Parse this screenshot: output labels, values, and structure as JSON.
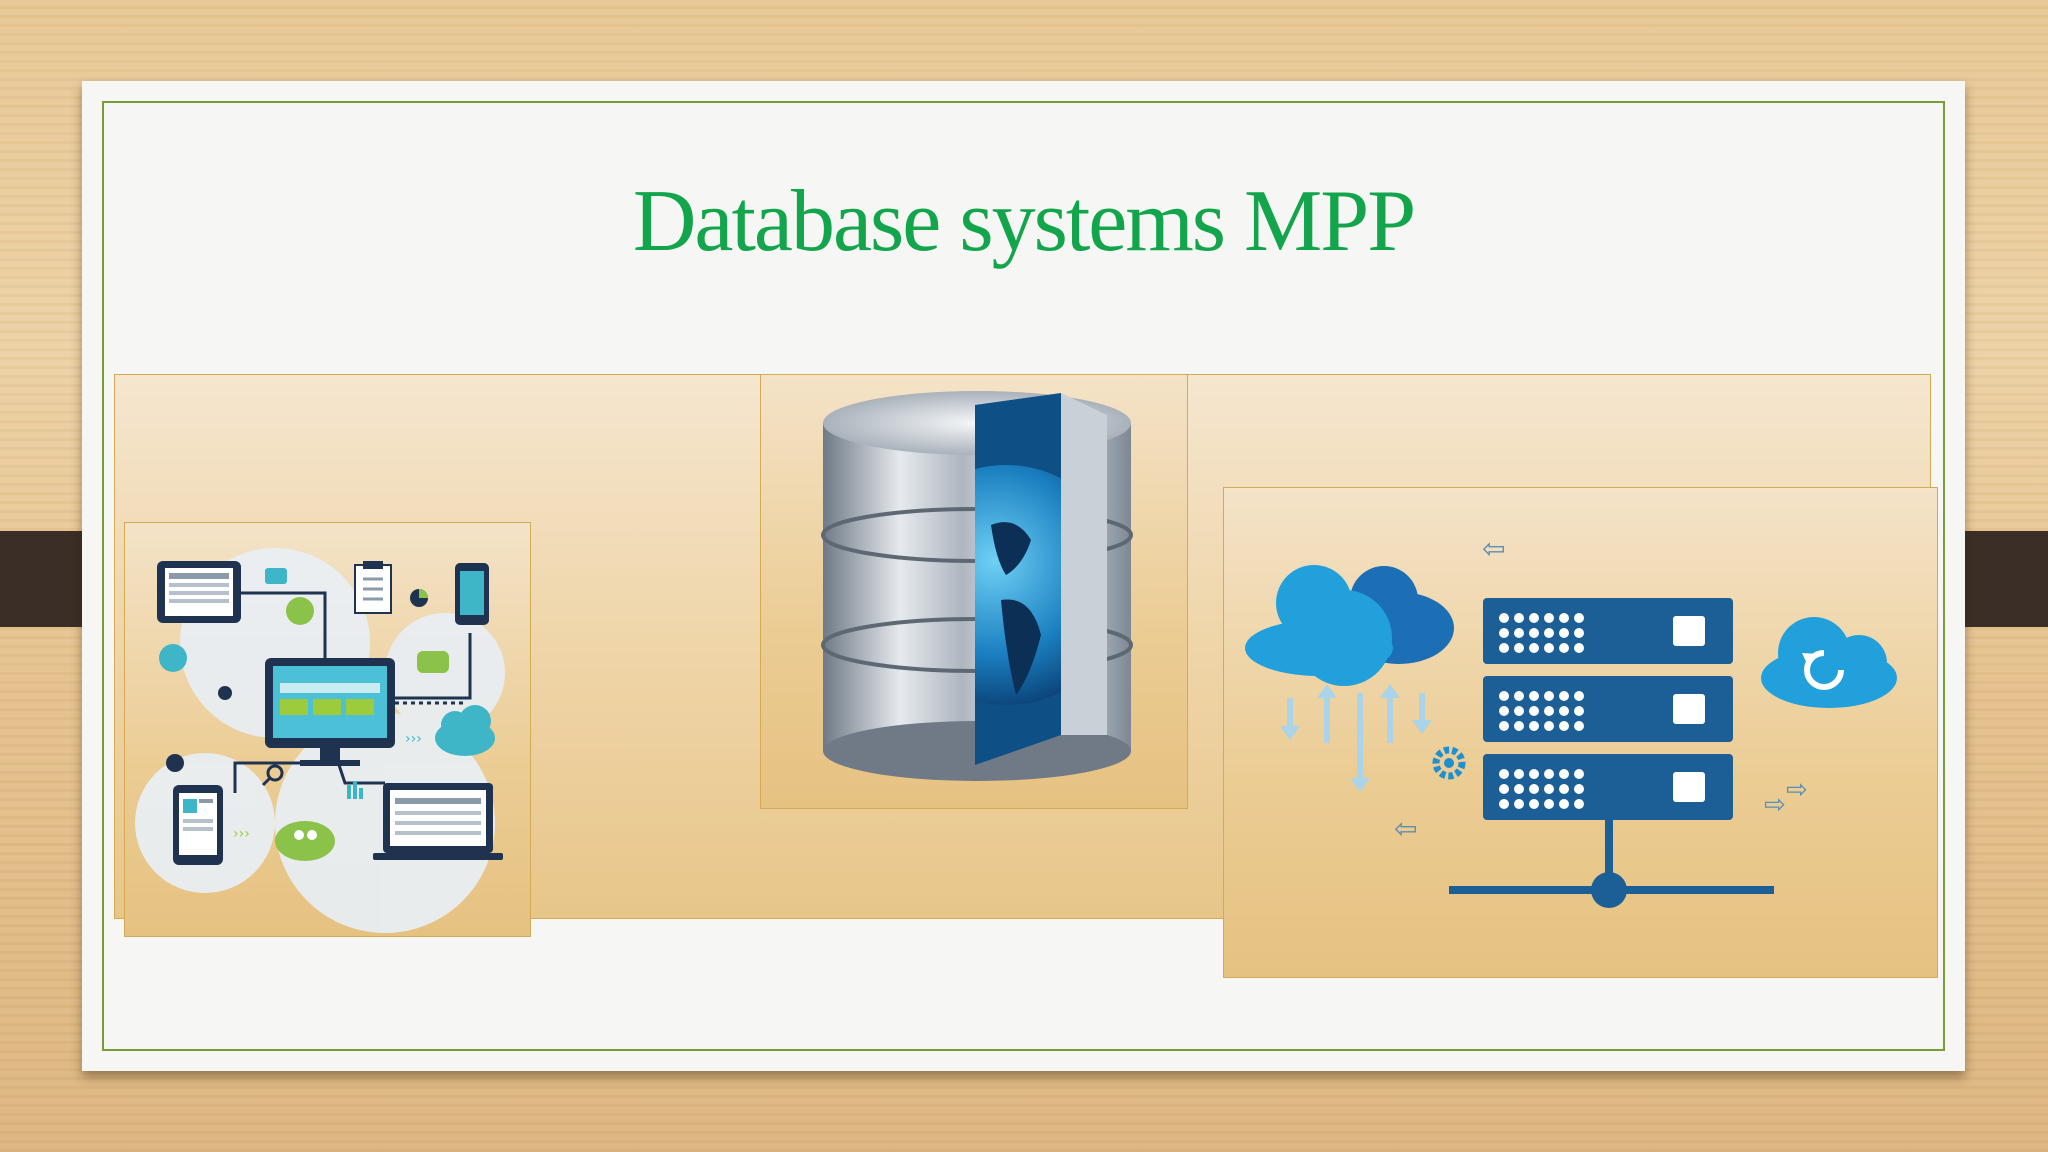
{
  "slide": {
    "title": "Database systems MPP"
  },
  "illustrations": [
    {
      "name": "network-devices-illustration",
      "icons": [
        "tablet-icon",
        "monitor-icon",
        "laptop-icon",
        "smartphone-icon",
        "cloud-icon",
        "gear-icon"
      ]
    },
    {
      "name": "database-globe-illustration",
      "icons": [
        "database-cylinder-icon",
        "globe-icon"
      ]
    },
    {
      "name": "cloud-server-illustration",
      "icons": [
        "cloud-icon",
        "server-rack-icon",
        "refresh-icon",
        "gear-icon",
        "arrow-icon"
      ]
    }
  ],
  "colors": {
    "title": "#12a54c",
    "frame": "#7b9a3a",
    "server_blue": "#1c5e96",
    "cloud_blue": "#1f8fd0"
  }
}
